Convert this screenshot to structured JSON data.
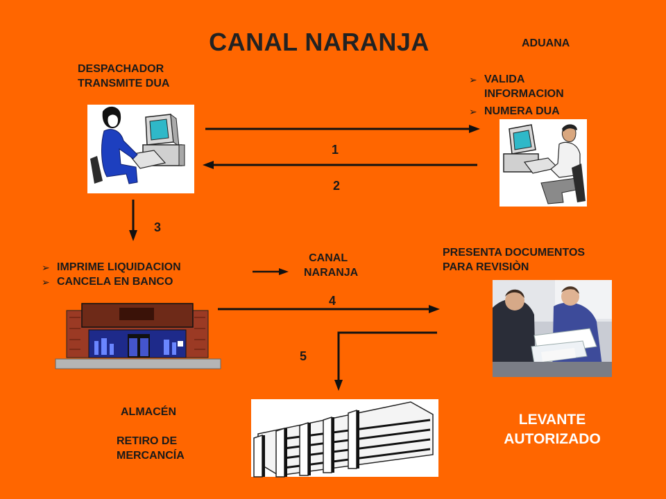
{
  "title": "CANAL NARANJA",
  "aduana": {
    "heading": "ADUANA",
    "bullets": [
      "VALIDA INFORMACION",
      "NUMERA DUA"
    ],
    "bullet_marker": "➢"
  },
  "despachador": {
    "line1": "DESPACHADOR",
    "line2": "TRANSMITE DUA"
  },
  "steps": {
    "s1": "1",
    "s2": "2",
    "s3": "3",
    "s4": "4",
    "s5": "5"
  },
  "bank": {
    "bullets": [
      "IMPRIME LIQUIDACION",
      "CANCELA EN BANCO"
    ],
    "bullet_marker": "➢"
  },
  "canal_label": {
    "line1": "CANAL",
    "line2": "NARANJA"
  },
  "presenta": {
    "line1": "PRESENTA DOCUMENTOS",
    "line2": "PARA REVISIÒN"
  },
  "almacen": {
    "heading": "ALMACÉN",
    "line1": "RETIRO DE",
    "line2": "MERCANCÍA"
  },
  "levante": {
    "line1": "LEVANTE",
    "line2": "AUTORIZADO"
  },
  "colors": {
    "background": "#ff6600",
    "text": "#1a1a1a",
    "highlight": "#ffffff"
  },
  "icons": [
    "woman-at-computer-icon",
    "man-at-computer-icon",
    "bank-building-icon",
    "people-reviewing-documents-icon",
    "warehouse-building-icon"
  ]
}
